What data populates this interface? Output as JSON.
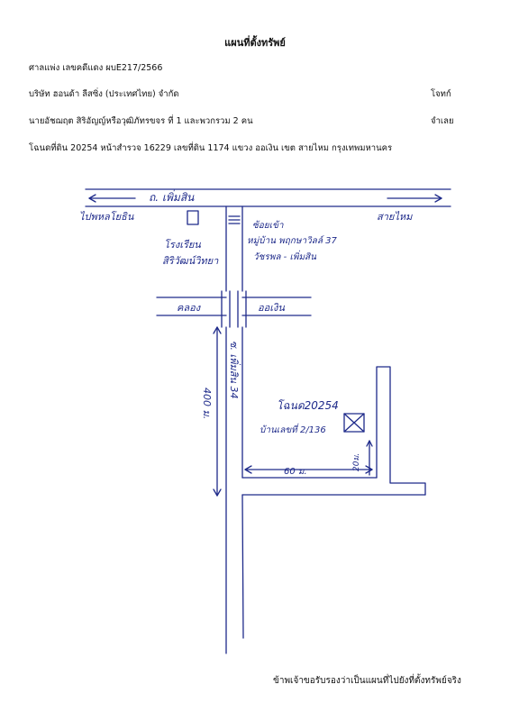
{
  "header": {
    "title": "แผนที่ตั้งทรัพย์",
    "court_case": "ศาลแพ่ง เลขคดีแดง ผบE217/2566",
    "plaintiff": "บริษัท ฮอนด้า ลีสซิ่ง (ประเทศไทย) จำกัด",
    "plaintiff_role": "โจทก์",
    "defendant": "นายอัชฌฤต สิริอัญญ์หรือวุฒิภัทรขจร ที่ 1 และพวกรวม 2 คน",
    "defendant_role": "จำเลย",
    "deed_line": "โฉนดที่ดิน 20254 หน้าสำรวจ 16229 เลขที่ดิน 1174 แขวง ออเงิน เขต สายไหม  กรุงเทพมหานคร"
  },
  "map": {
    "main_road": "ถ. เพิ่มสิน",
    "left_direction": "ไปพหลโยธิน",
    "right_direction": "สายไหม",
    "school_line1": "โรงเรียน",
    "school_line2": "สิริวัฒน์วิทยา",
    "village_line1": "ซ้อยเข้า",
    "village_line2": "หมู่บ้าน พฤกษาวิลล์ 37",
    "village_line3": "วัชรพล - เพิ่มสิน",
    "canal_left": "คลอง",
    "canal_right": "ออเงิน",
    "soi_label": "ซ. เพิ่มสิน 34",
    "distance_vertical": "400 ม.",
    "deed_label": "โฉนด20254",
    "house_label": "บ้านเลขที่ 2/136",
    "distance_horizontal": "60 ม.",
    "distance_small": "20ม."
  },
  "footer": {
    "certification": "ข้าพเจ้าขอรับรองว่าเป็นแผนที่ไปยังที่ตั้งทรัพย์จริง"
  }
}
